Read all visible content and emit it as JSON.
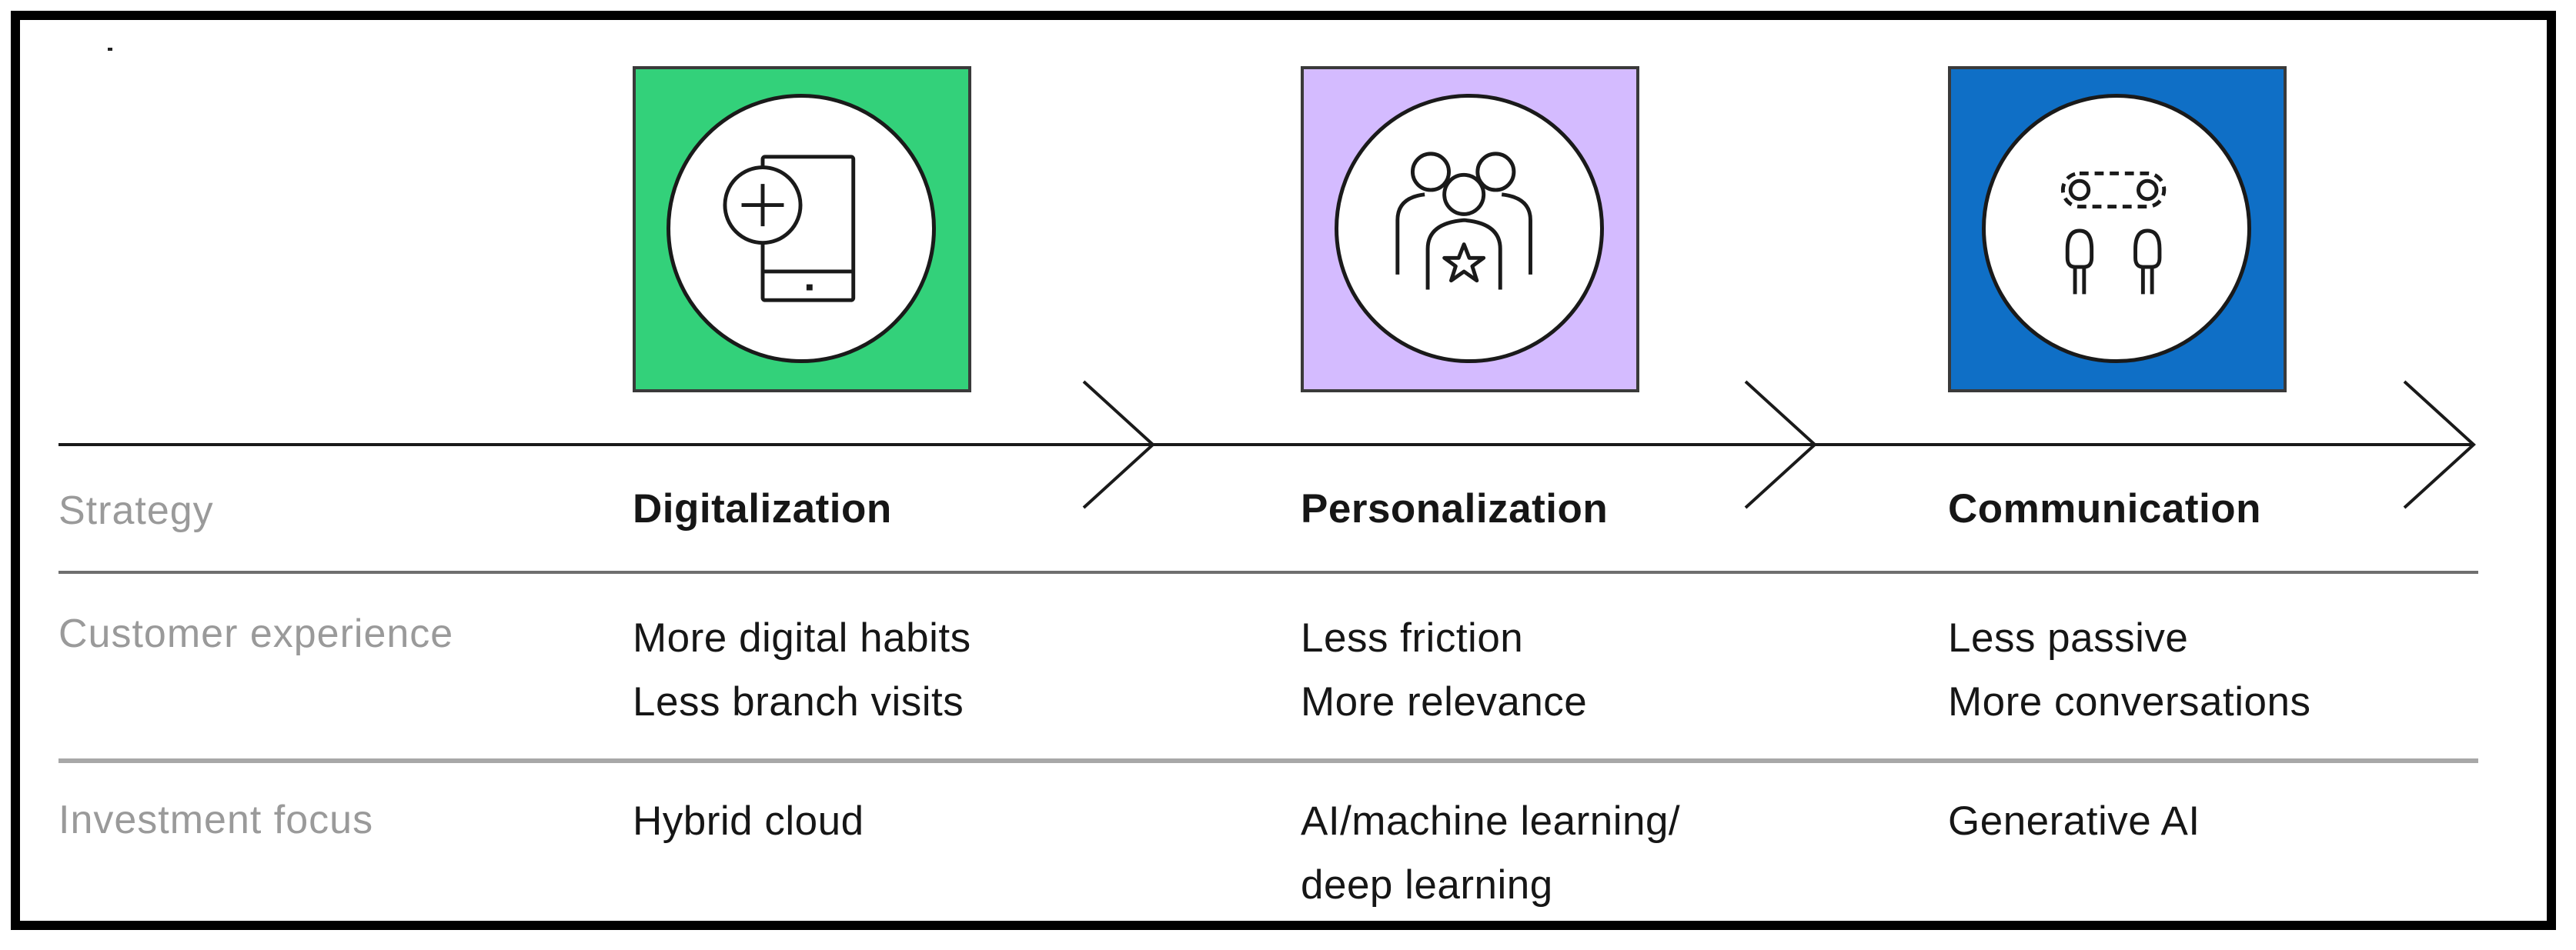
{
  "rows": {
    "strategy": "Strategy",
    "experience": "Customer experience",
    "investment": "Investment focus"
  },
  "stages": [
    {
      "icon": "mobile-add-icon",
      "color": "#33d17a",
      "strategy": "Digitalization",
      "experience": [
        "More digital habits",
        "Less branch visits"
      ],
      "investment": [
        "Hybrid cloud"
      ]
    },
    {
      "icon": "group-star-icon",
      "color": "#d4bbff",
      "strategy": "Personalization",
      "experience": [
        "Less friction",
        "More relevance"
      ],
      "investment": [
        "AI/machine learning/",
        "deep learning"
      ]
    },
    {
      "icon": "conversation-robots-icon",
      "color": "#0f6fc6",
      "strategy": "Communication",
      "experience": [
        "Less passive",
        "More conversations"
      ],
      "investment": [
        "Generative AI"
      ]
    }
  ]
}
